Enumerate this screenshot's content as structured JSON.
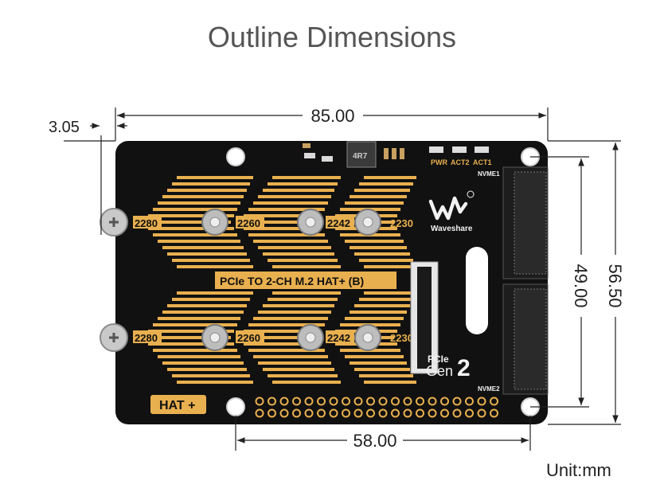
{
  "title": "Outline Dimensions",
  "unit_label": "Unit:mm",
  "dimensions": {
    "offset_left": "3.05",
    "board_width": "85.00",
    "hole_spacing_horizontal": "58.00",
    "hole_spacing_vertical": "49.00",
    "board_height": "56.50"
  },
  "board": {
    "product_label": "PCIe TO 2-CH M.2 HAT+ (B)",
    "hat_badge": "HAT +",
    "brand": "Waveshare",
    "pcie_text": "PCIe",
    "gen_text": "Gen",
    "gen_number": "2",
    "connector_top": "NVME1",
    "connector_bottom": "NVME2",
    "led_labels": [
      "PWR",
      "ACT2",
      "ACT1"
    ],
    "inductor_marking": "4R7",
    "top_sizes": [
      "2280",
      "2260",
      "2242",
      "2230"
    ],
    "bottom_sizes": [
      "2280",
      "2260",
      "2242",
      "2230"
    ]
  },
  "colors": {
    "board": "#111111",
    "gold": "#e9b04f",
    "silk": "#f2f2f2",
    "dimension_line": "#222222"
  }
}
